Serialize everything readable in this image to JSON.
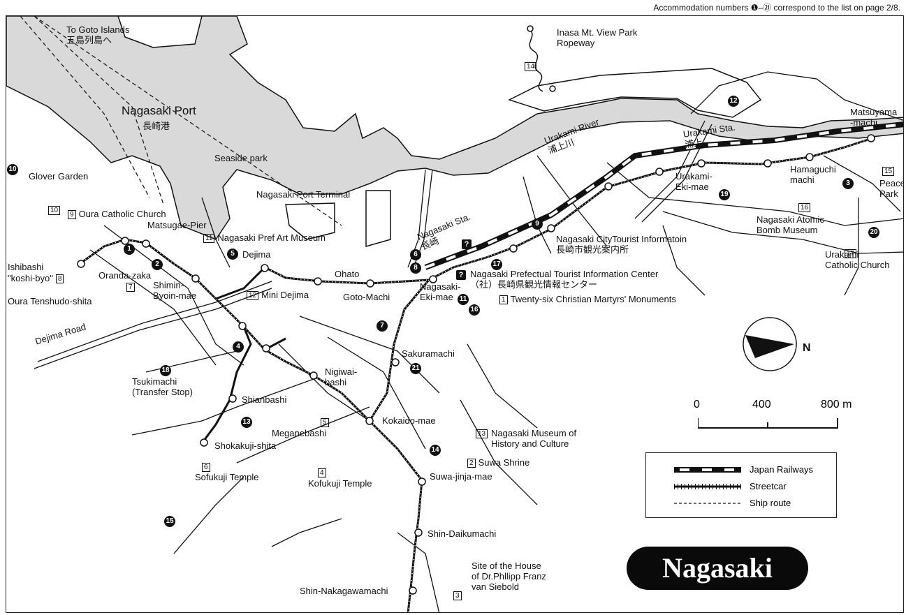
{
  "header_note": "Accommodation numbers ❶–㉑ correspond to the list on page 2/8.",
  "title": "Nagasaki",
  "colors": {
    "sea": "#d9d9d9",
    "ink": "#111111",
    "badge": "#0a0a0a"
  },
  "icons": {
    "info": "question-mark-box",
    "compass": "north-arrow"
  },
  "labels": {
    "goto": "To Goto Islands\n五島列島へ",
    "port": "Nagasaki Port",
    "port_jp": "長崎港",
    "seaside": "Seaside park",
    "terminal": "Nagasaki Port Terminal",
    "glover": "Glover Garden",
    "oura": "Oura Catholic Church",
    "matsugae": "Matsugae-Pier",
    "art": "Nagasaki Pref Art Museum",
    "dejima": "Dejima",
    "ohato": "Ohato",
    "goto_machi": "Goto-Machi",
    "mini_dejima": "Mini Dejima",
    "ishibashi": "Ishibashi",
    "koshi": "\"koshi-byo\"",
    "oranda": "Oranda-zaka",
    "oura_tenshudo": "Oura Tenshudo-shita",
    "shimin": "Shimin-\nByoin-mae",
    "dejima_road": "Dejima Road",
    "tsukimachi": "Tsukimachi\n(Transfer Stop)",
    "shianbashi": "Shianbashi",
    "shokakuji": "Shokakuji-shita",
    "sofukuji": "Sofukuji Temple",
    "meganebashi": "Meganebashi",
    "nigiwai": "Nigiwai-\nbashi",
    "kofukuji": "Kofukuji Temple",
    "kokaido": "Kokaido-mae",
    "sakuramachi": "Sakuramachi",
    "suwa_mae": "Suwa-jinja-mae",
    "suwa_shrine": "Suwa Shrine",
    "museum_hist": "Nagasaki Museum of\nHistory and Culture",
    "shin_daikumachi": "Shin-Daikumachi",
    "shin_naka": "Shin-Nakagawamachi",
    "siebold": "Site of the House\nof Dr.Phllipp Franz\nvan Siebold",
    "nagasaki_sta": "Nagasaki Sta.\n長崎",
    "eki_mae": "Nagasaki-\nEki-mae",
    "city_info": "Nagasaki CityTourist Informatoin\n長崎市観光案内所",
    "pref_info": "Nagasaki Prefectual Tourist Information Center\n（社）長崎県観光情報センター",
    "martyrs": "Twenty-six Christian Martyrs' Monuments",
    "inasa": "Inasa Mt. View Park\nRopeway",
    "urakami_river": "Urakami River\n浦上川",
    "urakami_sta": "Urakami Sta.\n浦上",
    "matsuyama": "Matsuyama\n-machi",
    "hamaguchi": "Hamaguchi\nmachi",
    "urakami_eki": "Urakami-\nEki-mae",
    "peace_park": "Peace\nPark",
    "atomic": "Nagasaki Atomic\nBomb Museum",
    "urakami_church": "Urakami\nCatholic Church"
  },
  "sights": {
    "s1": "1",
    "s2": "2",
    "s3": "3",
    "s4": "4",
    "s5": "5",
    "s6": "6",
    "s7": "7",
    "s8": "8",
    "s9": "9",
    "s10": "10",
    "s11": "11",
    "s12": "12",
    "s13": "13",
    "s14": "14",
    "s15": "15",
    "s16": "16",
    "s17": "17"
  },
  "accommodations": {
    "a1": "1",
    "a2": "2",
    "a3": "3",
    "a4": "4",
    "a5": "5",
    "a6": "6",
    "a7": "7",
    "a8": "8",
    "a9": "9",
    "a10": "10",
    "a11": "11",
    "a12": "12",
    "a13": "13",
    "a14": "14",
    "a15": "15",
    "a16": "16",
    "a17": "17",
    "a18": "18",
    "a19": "19",
    "a20": "20",
    "a21": "21"
  },
  "scale": {
    "t0": "0",
    "t1": "400",
    "t2": "800 m"
  },
  "legend": {
    "jr": "Japan Railways",
    "streetcar": "Streetcar",
    "ship": "Ship route"
  }
}
